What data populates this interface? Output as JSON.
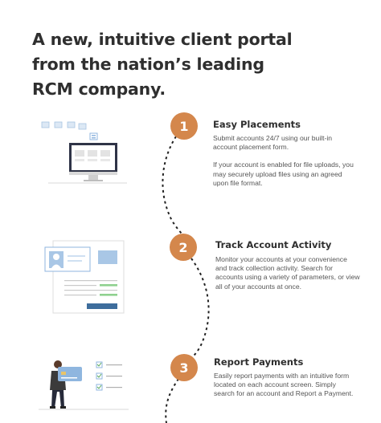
{
  "headline": {
    "line1": "A new, intuitive client portal",
    "line2": "from the nation’s leading",
    "line3": "RCM company."
  },
  "colors": {
    "accent": "#d4874c",
    "heading": "#2f2f2f",
    "body": "#555555",
    "blue": "#8fb6df",
    "green": "#8fd18f"
  },
  "steps": [
    {
      "number": "1",
      "title": "Easy Placements",
      "paragraphs": [
        "Submit accounts 24/7 using our built-in account placement form.",
        "If your account is enabled for file uploads, you may securely upload files using an agreed upon file format."
      ],
      "illustration": "computer-monitor-illustration"
    },
    {
      "number": "2",
      "title": "Track Account Activity",
      "paragraphs": [
        "Monitor your accounts at your convenience and track collection activity.  Search for accounts using a variety of parameters, or view all of your accounts at once."
      ],
      "illustration": "account-profile-illustration"
    },
    {
      "number": "3",
      "title": "Report Payments",
      "paragraphs": [
        "Easily report payments with an intuitive form located on each account screen. Simply search for an account and Report a Payment."
      ],
      "illustration": "person-with-card-illustration"
    }
  ]
}
